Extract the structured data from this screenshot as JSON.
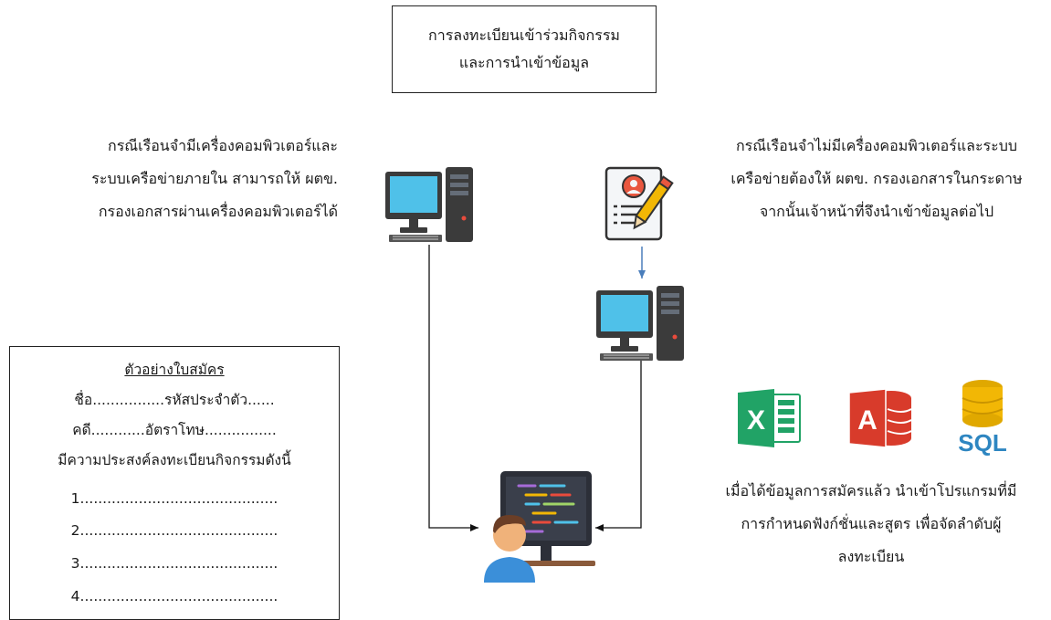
{
  "title_box": {
    "line1": "การลงทะเบียนเข้าร่วมกิจกรรม",
    "line2": "และการนำเข้าข้อมูล"
  },
  "left_note": {
    "line1": "กรณีเรือนจำมีเครื่องคอมพิวเตอร์และ",
    "line2": "ระบบเครือข่ายภายใน สามารถให้ ผตข.",
    "line3": "กรองเอกสารผ่านเครื่องคอมพิวเตอร์ได้"
  },
  "right_note": {
    "line1": "กรณีเรือนจำไม่มีเครื่องคอมพิวเตอร์และระบบ",
    "line2": "เครือข่ายต้องให้ ผตข. กรองเอกสารในกระดาษ",
    "line3": "จากนั้นเจ้าหน้าที่จึงนำเข้าข้อมูลต่อไป"
  },
  "software_note": {
    "line1": "เมื่อได้ข้อมูลการสมัครแล้ว นำเข้าโปรแกรมที่มี",
    "line2": "การกำหนดฟังก์ชั่นและสูตร เพื่อจัดลำดับผู้",
    "line3": "ลงทะเบียน"
  },
  "form": {
    "title": "ตัวอย่างใบสมัคร",
    "name_row": "ชื่อ................รหัสประจำตัว......",
    "case_row": "คดี............อัตราโทษ................",
    "purpose": "มีความประสงค์ลงทะเบียนกิจกรรมดังนี้",
    "items": [
      "1............................................",
      "2............................................",
      "3............................................",
      "4............................................"
    ]
  },
  "icons": {
    "left_computer": "desktop-computer-icon",
    "document": "document-pen-icon",
    "right_computer": "desktop-computer-icon",
    "excel": "excel-icon",
    "excel_letter": "X",
    "access": "access-icon",
    "access_letter": "A",
    "sql": "sql-database-icon",
    "sql_text": "SQL",
    "developer": "developer-at-computer-icon"
  },
  "colors": {
    "excel": "#21a366",
    "access": "#d83b2b",
    "sql": "#f2b705",
    "screen": "#4fc1e9",
    "pc_dark": "#3b3b3b",
    "arrow_blue": "#4a7ebb",
    "person_skin": "#f0b27a",
    "person_shirt": "#3b8fd9"
  }
}
